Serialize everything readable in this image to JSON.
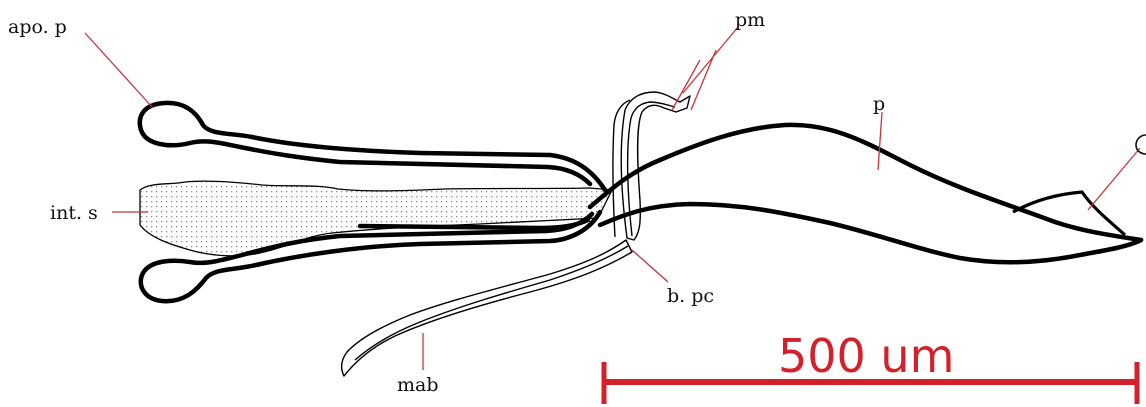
{
  "labels": {
    "apo_p": "apo. p",
    "pm": "pm",
    "p": "p",
    "int_s": "int. s",
    "b_pc": "b. pc",
    "mab": "mab"
  },
  "scale_bar": {
    "text": "500 um"
  },
  "colors": {
    "outline": "#000000",
    "leader_line": "#c8333b",
    "scale_bar": "#d4202a",
    "stipple_fill": "#8a8a8a",
    "background": "#ffffff"
  }
}
